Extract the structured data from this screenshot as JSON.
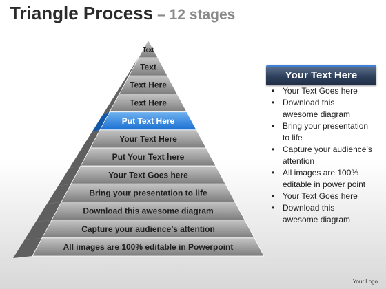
{
  "title": {
    "main": "Triangle Process",
    "sub": "– 12 stages"
  },
  "pyramid": {
    "stages": [
      "Text",
      "Text",
      "Text Here",
      "Text Here",
      "Put Text Here",
      "Your Text Here",
      "Put Your Text here",
      "Your Text Goes here",
      "Bring your presentation to life",
      "Download this awesome diagram",
      "Capture your audience’s  attention",
      "All images are 100% editable in Powerpoint"
    ],
    "highlighted_stage": 4,
    "colors": {
      "face_top": "#c4c4c4",
      "face_bottom": "#7d7d7d",
      "side": "#5f5f5f",
      "highlight_top": "#6fb1f0",
      "highlight_bottom": "#1a6fd1",
      "highlight_side": "#1257a8"
    }
  },
  "panel": {
    "title": "Your Text Here",
    "bullets": [
      "Your Text Goes here",
      "Download this awesome diagram",
      "Bring your presentation to life",
      "Capture your audience’s attention",
      "All images are 100% editable in power point",
      "Your Text Goes here",
      "Download this awesome diagram"
    ]
  },
  "footer": {
    "logo_text": "Your Logo"
  }
}
